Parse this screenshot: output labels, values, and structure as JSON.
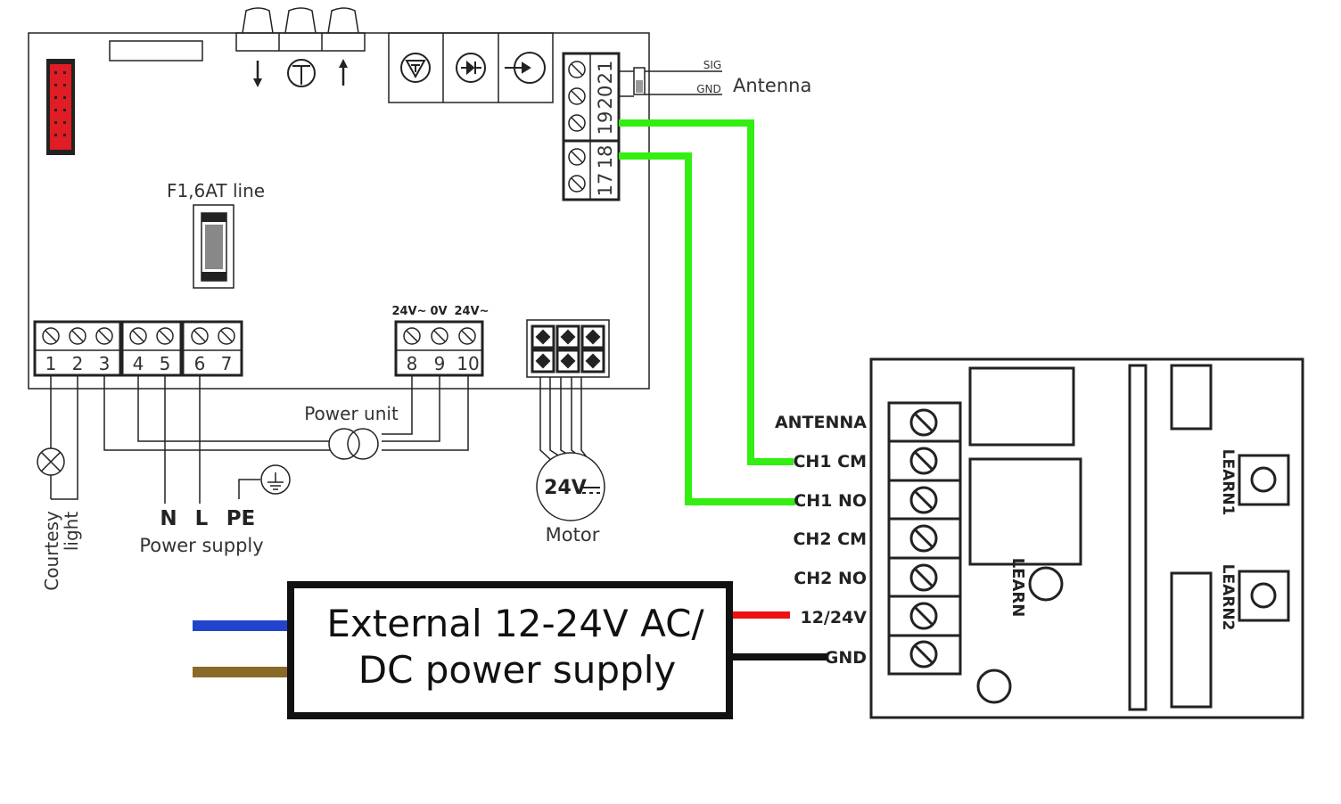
{
  "colors": {
    "line": "#222222",
    "green": "#33ee11",
    "red": "#ee1111",
    "blue": "#2244cc",
    "brown": "#8a6a28",
    "connector": "#e01c24"
  },
  "board": {
    "fuse_label": "F1,6AT line",
    "antenna": {
      "label": "Antenna",
      "sig": "SIG",
      "gnd": "GND"
    },
    "right_terminals": [
      "21",
      "20",
      "19",
      "18",
      "17"
    ],
    "terminals_left": [
      "1",
      "2",
      "3",
      "4",
      "5",
      "6",
      "7"
    ],
    "terminals_mid": [
      "8",
      "9",
      "10"
    ],
    "voltage_labels": [
      "24V~",
      "0V",
      "24V~"
    ],
    "power_unit": "Power unit",
    "supply_letters": [
      "N",
      "L",
      "PE"
    ],
    "power_supply": "Power supply",
    "courtesy": [
      "Courtesy",
      "light"
    ],
    "motor_voltage": "24V",
    "motor_label": "Motor"
  },
  "receiver": {
    "terminals": [
      "ANTENNA",
      "CH1 CM",
      "CH1 NO",
      "CH2 CM",
      "CH2 NO",
      "12/24V",
      "GND"
    ],
    "learn": "LEARN",
    "learn1": "LEARN1",
    "learn2": "LEARN2"
  },
  "psu": {
    "line1": "External 12-24V AC/",
    "line2": "DC power supply"
  }
}
